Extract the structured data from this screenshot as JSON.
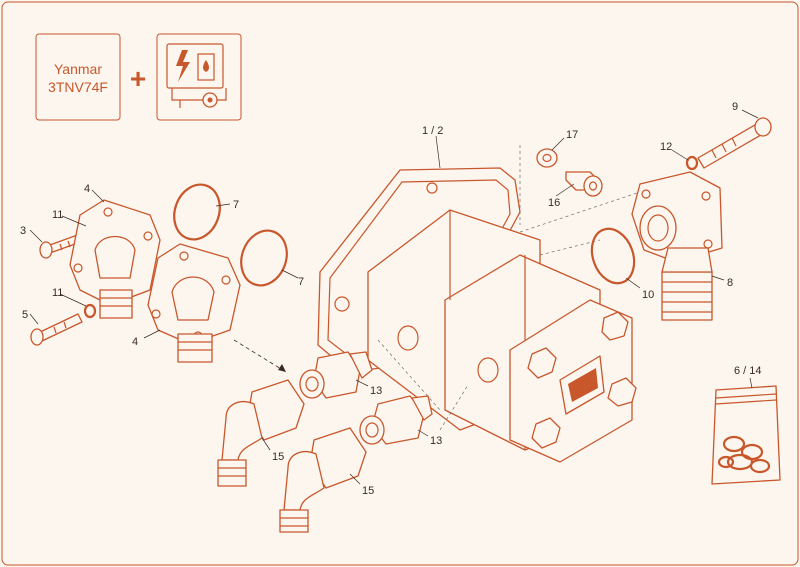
{
  "header": {
    "engine_line1": "Yanmar",
    "engine_line2": "3TNV74F",
    "plus_sign": "+",
    "icon": "electric-hydraulic-icon"
  },
  "callouts": {
    "c1_2": "1 / 2",
    "c3": "3",
    "c4a": "4",
    "c4b": "4",
    "c5": "5",
    "c6_14": "6 / 14",
    "c7a": "7",
    "c7b": "7",
    "c8": "8",
    "c9": "9",
    "c10": "10",
    "c11a": "11",
    "c11b": "11",
    "c12": "12",
    "c13a": "13",
    "c13b": "13",
    "c15a": "15",
    "c15b": "15",
    "c16": "16",
    "c17": "17"
  },
  "colors": {
    "line": "#c8572c",
    "background": "#fdf6ef",
    "text": "#3a2a22"
  }
}
